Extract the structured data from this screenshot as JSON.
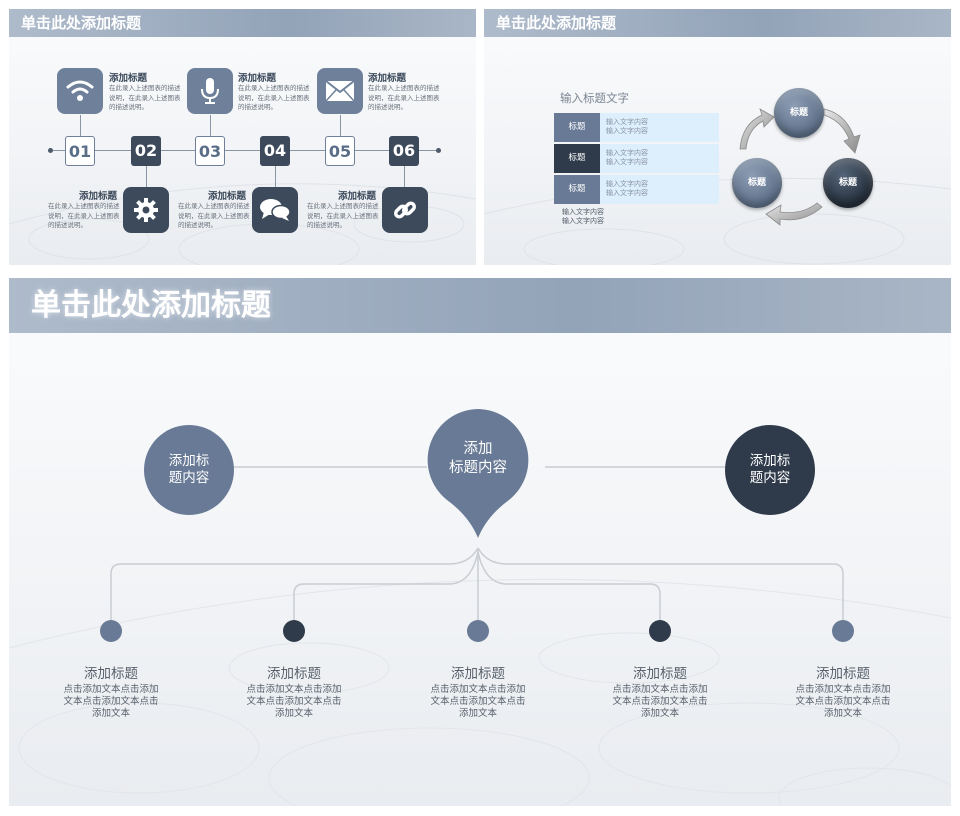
{
  "slide1": {
    "title": "单击此处添加标题",
    "steps": [
      {
        "num": "01",
        "icon": "wifi-icon",
        "heading": "添加标题",
        "desc": "在此录入上述图表的描述说明，在此录入上述图表的描述说明。"
      },
      {
        "num": "02",
        "icon": "gear-icon",
        "heading": "添加标题",
        "desc": "在此录入上述图表的描述说明，在此录入上述图表的描述说明。"
      },
      {
        "num": "03",
        "icon": "microphone-icon",
        "heading": "添加标题",
        "desc": "在此录入上述图表的描述说明，在此录入上述图表的描述说明。"
      },
      {
        "num": "04",
        "icon": "chat-bubbles-icon",
        "heading": "添加标题",
        "desc": "在此录入上述图表的描述说明，在此录入上述图表的描述说明。"
      },
      {
        "num": "05",
        "icon": "envelope-icon",
        "heading": "添加标题",
        "desc": "在此录入上述图表的描述说明，在此录入上述图表的描述说明。"
      },
      {
        "num": "06",
        "icon": "link-icon",
        "heading": "添加标题",
        "desc": "在此录入上述图表的描述说明，在此录入上述图表的描述说明。"
      }
    ]
  },
  "slide2": {
    "title": "单击此处添加标题",
    "subtitle": "输入标题文字",
    "rows": [
      {
        "label": "标题",
        "line1": "输入文字内容",
        "line2": "输入文字内容"
      },
      {
        "label": "标题",
        "line1": "输入文字内容",
        "line2": "输入文字内容"
      },
      {
        "label": "标题",
        "line1": "输入文字内容",
        "line2": "输入文字内容"
      }
    ],
    "footer": {
      "line1": "输入文字内容",
      "line2": "输入文字内容"
    },
    "cycle": [
      "标题",
      "标题",
      "标题"
    ],
    "colors": {
      "light": "#687a95",
      "dark": "#2f3b4b",
      "table_bg": "#ddeefc"
    }
  },
  "slide3": {
    "title": "单击此处添加标题",
    "left_circle": {
      "line1": "添加标",
      "line2": "题内容"
    },
    "center_pin": {
      "line1": "添加",
      "line2": "标题内容"
    },
    "right_circle": {
      "line1": "添加标",
      "line2": "题内容"
    },
    "nodes": [
      {
        "title": "添加标题",
        "desc": [
          "点击添加文本点击添加",
          "文本点击添加文本点击",
          "添加文本"
        ],
        "tone": "light"
      },
      {
        "title": "添加标题",
        "desc": [
          "点击添加文本点击添加",
          "文本点击添加文本点击",
          "添加文本"
        ],
        "tone": "dark"
      },
      {
        "title": "添加标题",
        "desc": [
          "点击添加文本点击添加",
          "文本点击添加文本点击",
          "添加文本"
        ],
        "tone": "light"
      },
      {
        "title": "添加标题",
        "desc": [
          "点击添加文本点击添加",
          "文本点击添加文本点击",
          "添加文本"
        ],
        "tone": "dark"
      },
      {
        "title": "添加标题",
        "desc": [
          "点击添加文本点击添加",
          "文本点击添加文本点击",
          "添加文本"
        ],
        "tone": "light"
      }
    ],
    "colors": {
      "light": "#687a95",
      "dark": "#2f3b4b",
      "line": "#c9ccd1"
    }
  }
}
